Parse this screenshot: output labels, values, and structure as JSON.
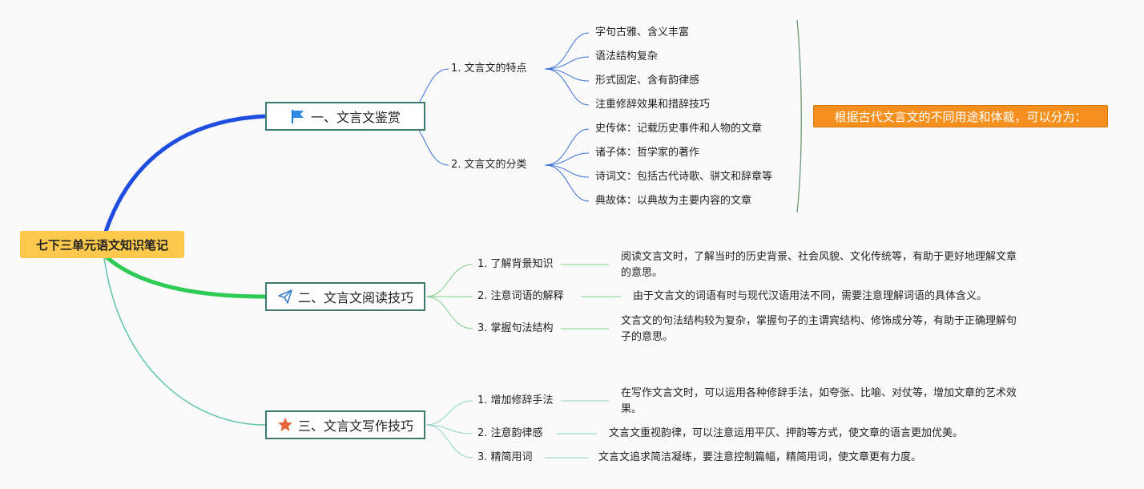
{
  "root": {
    "label": "七下三单元语文知识笔记"
  },
  "colors": {
    "blue": "#1e4de0",
    "green": "#2ecc55",
    "teal": "#5fc3b0",
    "root_bg": "#fcc94c",
    "summary_bg": "#f5901e"
  },
  "topics": [
    {
      "label": "一、文言文鉴赏",
      "icon": "flag-icon",
      "subs": [
        {
          "label": "1. 文言文的特点",
          "leaves": [
            "字句古雅、含义丰富",
            "语法结构复杂",
            "形式固定、含有韵律感",
            "注重修辞效果和措辞技巧"
          ]
        },
        {
          "label": "2. 文言文的分类",
          "leaves": [
            "史传体：记载历史事件和人物的文章",
            "诸子体：哲学家的著作",
            "诗词文：包括古代诗歌、骈文和辞章等",
            "典故体：以典故为主要内容的文章"
          ]
        }
      ],
      "summary": "根据古代文言文的不同用途和体裁，可以分为："
    },
    {
      "label": "二、文言文阅读技巧",
      "icon": "paper-plane-icon",
      "subs": [
        {
          "label": "1. 了解背景知识",
          "detail": "阅读文言文时，了解当时的历史背景、社会风貌、文化传统等，有助于更好地理解文章的意思。"
        },
        {
          "label": "2. 注意词语的解释",
          "detail": "由于文言文的词语有时与现代汉语用法不同，需要注意理解词语的具体含义。"
        },
        {
          "label": "3. 掌握句法结构",
          "detail": "文言文的句法结构较为复杂，掌握句子的主谓宾结构、修饰成分等，有助于正确理解句子的意思。"
        }
      ]
    },
    {
      "label": "三、文言文写作技巧",
      "icon": "star-icon",
      "subs": [
        {
          "label": "1. 增加修辞手法",
          "detail": "在写作文言文时，可以运用各种修辞手法，如夸张、比喻、对仗等，增加文章的艺术效果。"
        },
        {
          "label": "2. 注意韵律感",
          "detail": "文言文重视韵律，可以注意运用平仄、押韵等方式，使文章的语言更加优美。"
        },
        {
          "label": "3. 精简用词",
          "detail": "文言文追求简洁凝练，要注意控制篇幅，精简用词，使文章更有力度。"
        }
      ]
    }
  ]
}
